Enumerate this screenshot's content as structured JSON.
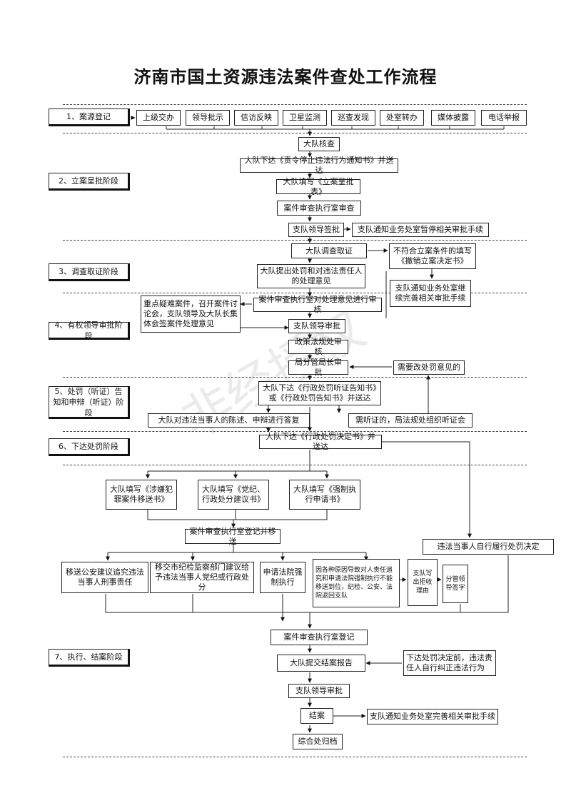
{
  "title": "济南市国土资源违法案件查处工作流程",
  "watermark": "非经…",
  "stages": {
    "s1": "1、案源登记",
    "s2": "2、立案呈批阶段",
    "s3": "3、调查取证阶段",
    "s4": "4、有权领导审批阶段",
    "s5": "5、处罚（听证）告知和申辩（听证）阶段",
    "s6": "6、下达处罚阶段",
    "s7": "7、执行、结案阶段"
  },
  "sources": [
    "上级交办",
    "领导批示",
    "信访反映",
    "卫星监测",
    "巡查发现",
    "处室转办",
    "媒体披露",
    "电话举报"
  ],
  "boxes": {
    "b_verify": "大队核查",
    "b_order": "大队下达《责令停止违法行为通知书》并送达",
    "b_fill_form": "大队填写《立案呈批表》",
    "b_review": "案件审查执行室审查",
    "b_sign": "支队领导签批",
    "b_notify_suspend": "支队通知业务处室暂停相关审批手续",
    "b_investigate": "大队调查取证",
    "b_not_meet": "不符合立案条件的填写《撤销立案决定书》",
    "b_notify_complete": "支队通知业务处室继续完善相关审批手续",
    "b_propose": "大队提出处罚和对违法责任人的处理意见",
    "b_audit_opinion": "案件审查执行室对处理意见进行审核",
    "b_major": "重点疑难案件，召开案件讨论会，支队领导及大队长集体会签案件处理意见",
    "b_leader_approve": "支队领导审批",
    "b_policy": "政策法规处审核",
    "b_bureau": "局分管局长审批",
    "b_change": "需要改处罚意见的",
    "b_hearing_notice": "大队下达《行政处罚听证告知书》或《行政处罚告知书》并送达",
    "b_reply": "大队对违法当事人的陈述、申辩进行答复",
    "b_hearing_org": "需听证的，局法规处组织听证会",
    "b_decision": "大队下达《行政处罚决定书》并送达",
    "b_crime": "大队填写《涉嫌犯罪案件移送书》",
    "b_discipline": "大队填写《党纪、行政处分建议书》",
    "b_enforce_app": "大队填写《强制执行申请书》",
    "b_register_transfer": "案件审查执行室登记并移送",
    "b_self_perform": "违法当事人自行履行处罚决定",
    "b_police": "移送公安建议追究违法当事人刑事责任",
    "b_discipline_transfer": "移交市纪检监察部门建议给予违法当事人党纪或行政处分",
    "b_court": "申请法院强制执行",
    "b_return": "因各种原因导致对人责任追究和申请法院强制执行不能移送到位，纪检、公安、法院返回支队",
    "b_refuse": "支队写出拒收理由",
    "b_chief_sign": "分管领导签字",
    "b_register": "案件审查执行室登记",
    "b_close_report": "大队提交结案报告",
    "b_corrected": "下达处罚决定前，违法责任人自行纠正违法行为",
    "b_final_approve": "支队领导审批",
    "b_close": "结案",
    "b_notify_finish": "支队通知业务处室完善相关审批手续",
    "b_archive": "综合处归档"
  }
}
